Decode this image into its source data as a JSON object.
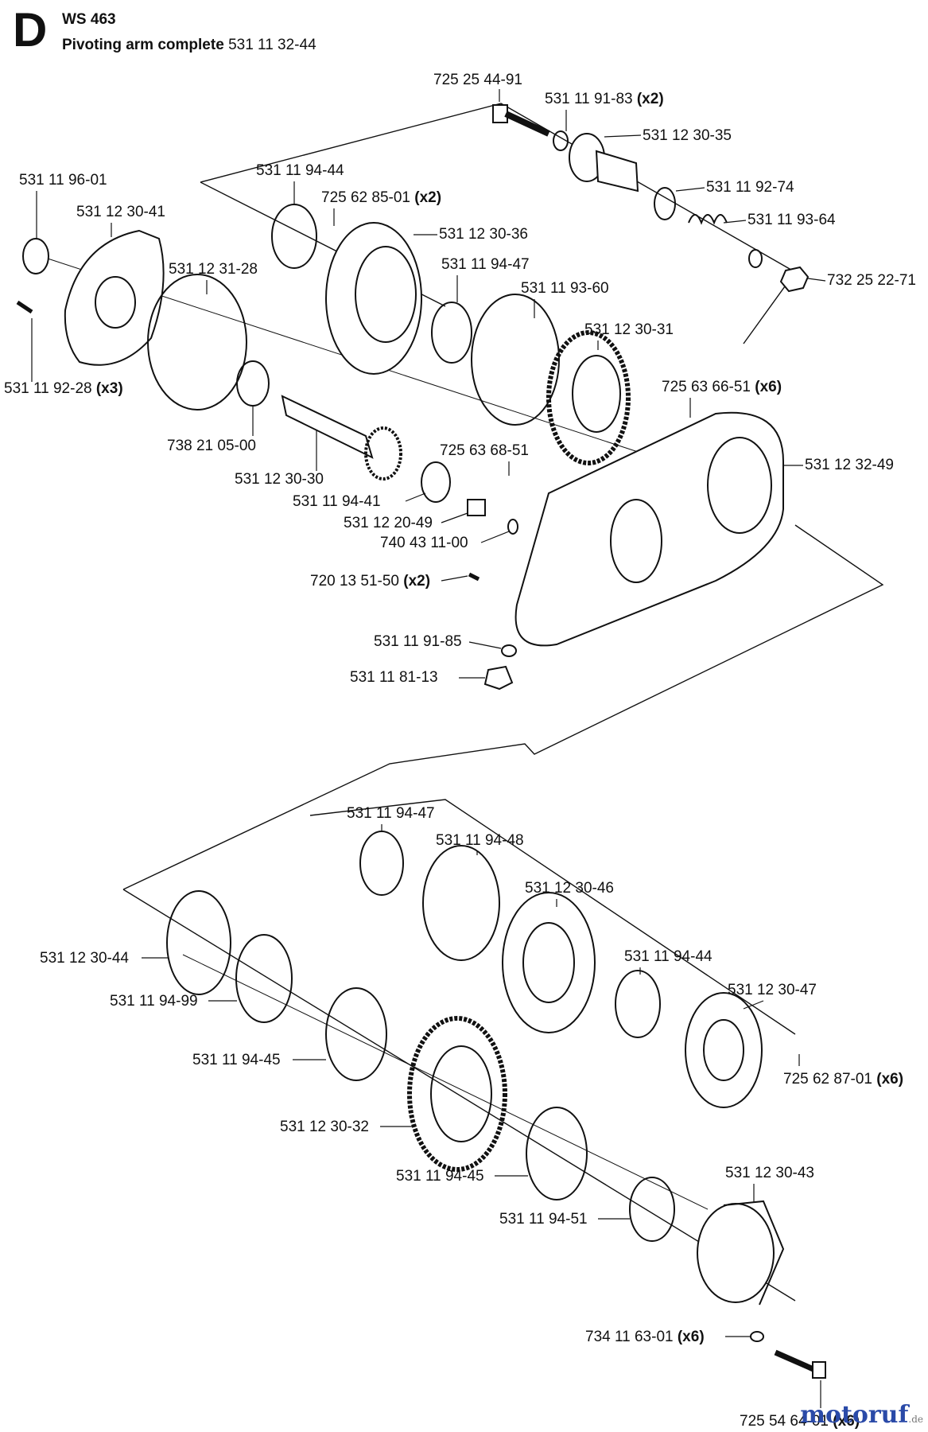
{
  "header": {
    "section_letter": "D",
    "model": "WS 463",
    "title": "Pivoting arm complete",
    "part_number": "531 11 32-44"
  },
  "parts": [
    {
      "id": "p01",
      "number": "725 25 44-91",
      "qty": ""
    },
    {
      "id": "p02",
      "number": "531 11 91-83",
      "qty": "(x2)"
    },
    {
      "id": "p03",
      "number": "531 12 30-35",
      "qty": ""
    },
    {
      "id": "p04",
      "number": "531 11 92-74",
      "qty": ""
    },
    {
      "id": "p05",
      "number": "531 11 93-64",
      "qty": ""
    },
    {
      "id": "p06",
      "number": "732 25 22-71",
      "qty": ""
    },
    {
      "id": "p07",
      "number": "531 11 96-01",
      "qty": ""
    },
    {
      "id": "p08",
      "number": "531 12 30-41",
      "qty": ""
    },
    {
      "id": "p09",
      "number": "531 11 94-44",
      "qty": ""
    },
    {
      "id": "p10",
      "number": "725 62 85-01",
      "qty": "(x2)"
    },
    {
      "id": "p11",
      "number": "531 12 30-36",
      "qty": ""
    },
    {
      "id": "p12",
      "number": "531 12 31-28",
      "qty": ""
    },
    {
      "id": "p13",
      "number": "531 11 94-47",
      "qty": ""
    },
    {
      "id": "p14",
      "number": "531 11 93-60",
      "qty": ""
    },
    {
      "id": "p15",
      "number": "531 12 30-31",
      "qty": ""
    },
    {
      "id": "p16",
      "number": "531 11 92-28",
      "qty": "(x3)"
    },
    {
      "id": "p17",
      "number": "725 63 66-51",
      "qty": "(x6)"
    },
    {
      "id": "p18",
      "number": "738 21 05-00",
      "qty": ""
    },
    {
      "id": "p19",
      "number": "725 63 68-51",
      "qty": ""
    },
    {
      "id": "p20",
      "number": "531 12 32-49",
      "qty": ""
    },
    {
      "id": "p21",
      "number": "531 12 30-30",
      "qty": ""
    },
    {
      "id": "p22",
      "number": "531 11 94-41",
      "qty": ""
    },
    {
      "id": "p23",
      "number": "531 12 20-49",
      "qty": ""
    },
    {
      "id": "p24",
      "number": "740 43 11-00",
      "qty": ""
    },
    {
      "id": "p25",
      "number": "720 13 51-50",
      "qty": "(x2)"
    },
    {
      "id": "p26",
      "number": "531 11 91-85",
      "qty": ""
    },
    {
      "id": "p27",
      "number": "531 11 81-13",
      "qty": ""
    },
    {
      "id": "p28",
      "number": "531 11 94-47",
      "qty": ""
    },
    {
      "id": "p29",
      "number": "531 11 94-48",
      "qty": ""
    },
    {
      "id": "p30",
      "number": "531 12 30-46",
      "qty": ""
    },
    {
      "id": "p31",
      "number": "531 12 30-44",
      "qty": ""
    },
    {
      "id": "p32",
      "number": "531 11 94-44",
      "qty": ""
    },
    {
      "id": "p33",
      "number": "531 11 94-99",
      "qty": ""
    },
    {
      "id": "p34",
      "number": "531 12 30-47",
      "qty": ""
    },
    {
      "id": "p35",
      "number": "531 11 94-45",
      "qty": ""
    },
    {
      "id": "p36",
      "number": "725 62 87-01",
      "qty": "(x6)"
    },
    {
      "id": "p37",
      "number": "531 12 30-32",
      "qty": ""
    },
    {
      "id": "p38",
      "number": "531 11 94-45",
      "qty": ""
    },
    {
      "id": "p39",
      "number": "531 12 30-43",
      "qty": ""
    },
    {
      "id": "p40",
      "number": "531 11 94-51",
      "qty": ""
    },
    {
      "id": "p41",
      "number": "734 11 63-01",
      "qty": "(x6)"
    },
    {
      "id": "p42",
      "number": "725 54 64-01",
      "qty": "(x6)"
    }
  ],
  "watermark": {
    "text": "motoruf",
    "suffix": ".de"
  }
}
